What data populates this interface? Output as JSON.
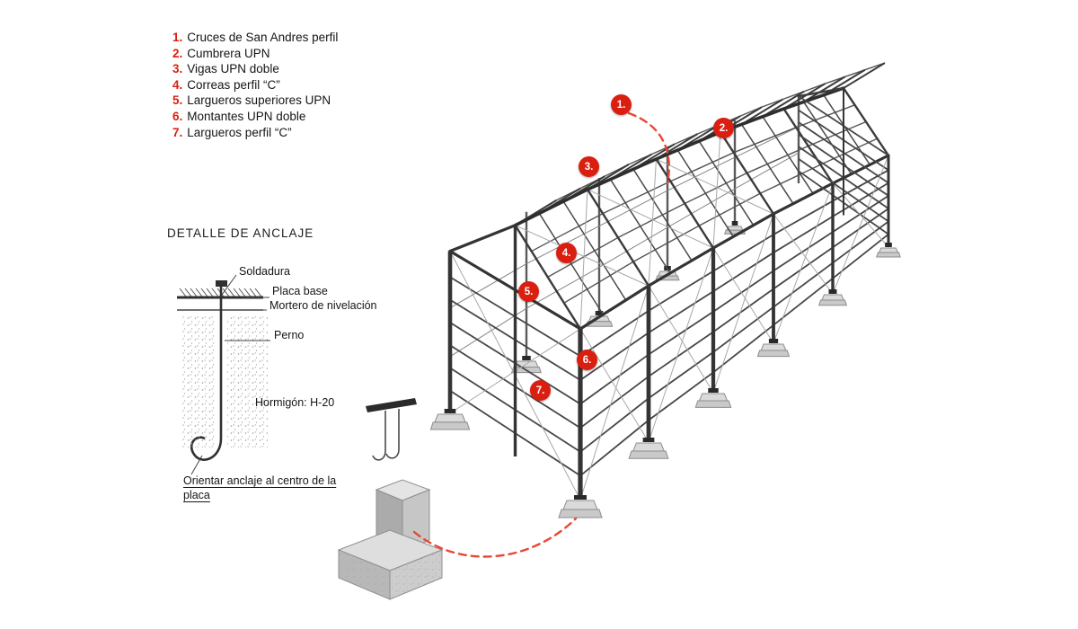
{
  "legend": {
    "items": [
      {
        "num": "1.",
        "label": "Cruces de San Andres perfil"
      },
      {
        "num": "2.",
        "label": "Cumbrera UPN"
      },
      {
        "num": "3.",
        "label": "Vigas UPN doble"
      },
      {
        "num": "4.",
        "label": "Correas perfil “C”"
      },
      {
        "num": "5.",
        "label": "Largueros superiores UPN"
      },
      {
        "num": "6.",
        "label": "Montantes UPN doble"
      },
      {
        "num": "7.",
        "label": "Largueros perfil “C”"
      }
    ]
  },
  "anchor_detail": {
    "title": "DETALLE DE ANCLAJE",
    "labels": {
      "soldadura": "Soldadura",
      "placa_base": "Placa base",
      "mortero": "Mortero de nivelación",
      "perno": "Perno",
      "hormigon": "Hormigón: H-20",
      "orientar": "Orientar anclaje al centro de la placa"
    }
  },
  "badges": [
    {
      "num": "1."
    },
    {
      "num": "2."
    },
    {
      "num": "3."
    },
    {
      "num": "4."
    },
    {
      "num": "5."
    },
    {
      "num": "6."
    },
    {
      "num": "7."
    }
  ],
  "colors": {
    "accent_red": "#da1e0f",
    "dash_red": "#e84733",
    "frame_dark": "#343434",
    "concrete_gray": "#cfcfcf"
  }
}
